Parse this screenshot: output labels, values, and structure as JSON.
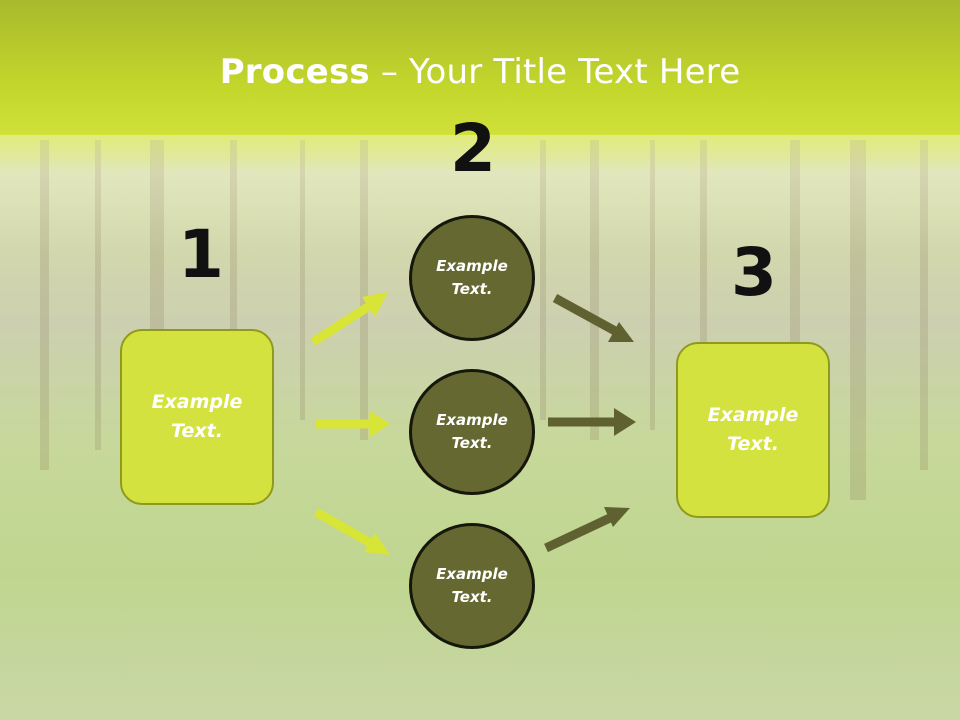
{
  "title": {
    "bold": "Process",
    "rest": " – Your Title Text Here"
  },
  "steps": [
    {
      "number": "1",
      "lines": [
        "Example",
        "Text."
      ]
    },
    {
      "number": "2",
      "circles": [
        {
          "lines": [
            "Example",
            "Text."
          ]
        },
        {
          "lines": [
            "Example",
            "Text."
          ]
        },
        {
          "lines": [
            "Example",
            "Text."
          ]
        }
      ]
    },
    {
      "number": "3",
      "lines": [
        "Example",
        "Text."
      ]
    }
  ],
  "colors": {
    "header": "#c6d92a",
    "box_fill": "#d4e240",
    "circle_fill": "#656830",
    "arrow_light": "#d8e536",
    "arrow_dark": "#5f6230"
  }
}
